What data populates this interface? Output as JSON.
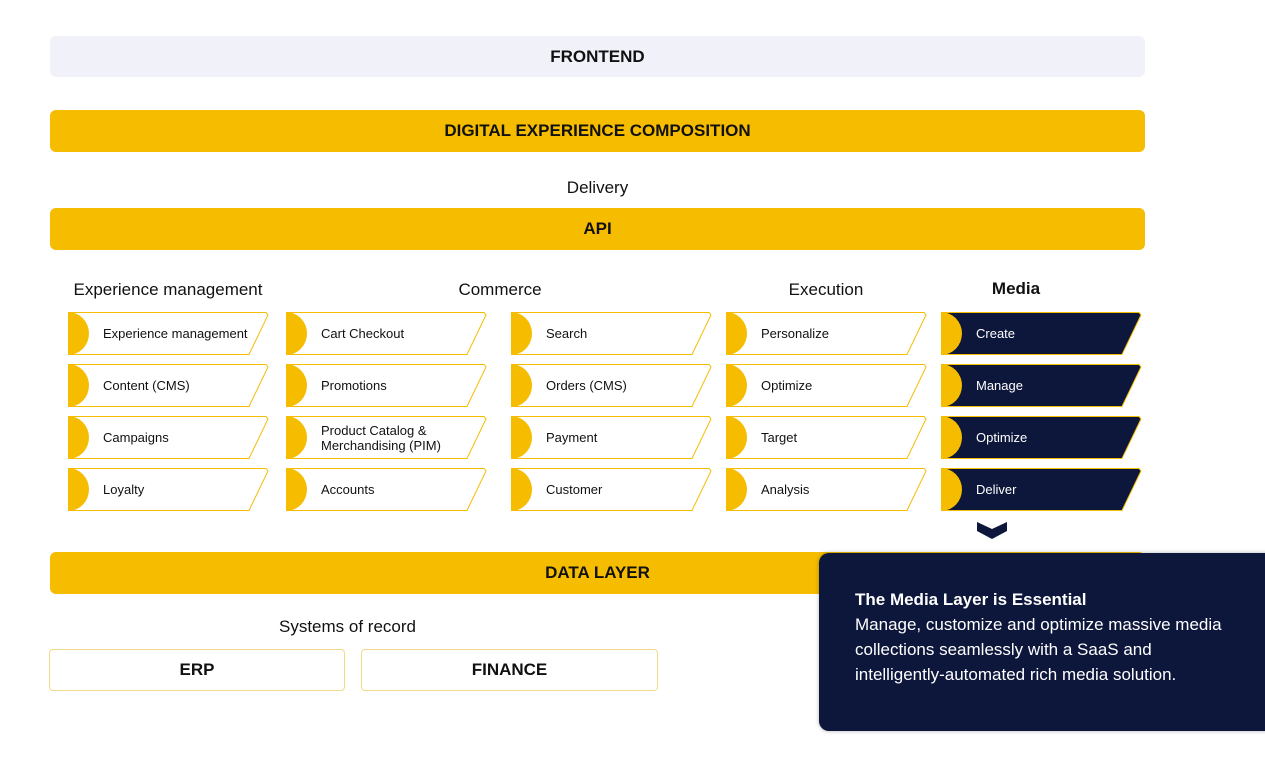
{
  "layers": {
    "frontend": "FRONTEND",
    "dxc": "DIGITAL EXPERIENCE COMPOSITION",
    "delivery": "Delivery",
    "api": "API",
    "data_layer": "DATA LAYER",
    "systems_of_record": "Systems of record"
  },
  "columns": [
    {
      "title": "Experience management",
      "items": [
        "Experience management",
        "Content (CMS)",
        "Campaigns",
        "Loyalty"
      ]
    },
    {
      "title": "Commerce",
      "items": [
        "Cart Checkout",
        "Promotions",
        "Product Catalog & Merchandising (PIM)",
        "Accounts"
      ]
    },
    {
      "title": "",
      "items": [
        "Search",
        "Orders (CMS)",
        "Payment",
        "Customer"
      ]
    },
    {
      "title": "Execution",
      "items": [
        "Personalize",
        "Optimize",
        "Target",
        "Analysis"
      ]
    },
    {
      "title": "Media",
      "items": [
        "Create",
        "Manage",
        "Optimize",
        "Deliver"
      ]
    }
  ],
  "systems": [
    "ERP",
    "FINANCE"
  ],
  "tooltip": {
    "title": "The Media Layer is Essential",
    "body": "Manage, customize and optimize massive media collections seamlessly with a SaaS and intelligently-automated rich media solution."
  },
  "colors": {
    "yellow": "#f5bc00",
    "navy": "#0d163b",
    "frontend": "#f1f2f9"
  }
}
